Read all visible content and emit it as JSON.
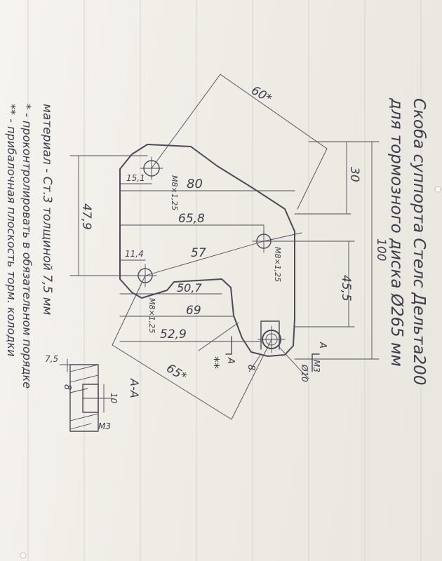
{
  "header": {
    "title": "Скоба суппорта Стелс Дельта200",
    "subtitle": "для тормозного диска Ø265 мм"
  },
  "notes": {
    "material": "материал - Ст.3 толщиной 7,5 мм",
    "note1": "* - проконтролировать в обязательном порядке",
    "note2": "** - прибалочная плоскость торм. колодки"
  },
  "dimensions": {
    "d60": "60*",
    "d30": "30",
    "d100": "100",
    "d80": "80",
    "d15_1": "15,1",
    "m8_top": "M8×1,25",
    "d65_8": "65,8",
    "d47_9": "47,9",
    "d57": "57",
    "m8_mid": "M8×1,25",
    "d45_5": "45,5",
    "d11_4": "11,4",
    "d50_7": "50,7",
    "m8_bottom": "M8×1,25",
    "d69": "69",
    "d52_9": "52,9",
    "d65": "65*",
    "d8": "8",
    "d10": "Ø10",
    "m3": "M3",
    "stars": "**",
    "arrowA1": "A",
    "arrowA2": "A"
  },
  "section": {
    "title": "A-A",
    "d7_5": "7,5",
    "d8": "8",
    "d10": "10",
    "m3": "M3"
  }
}
